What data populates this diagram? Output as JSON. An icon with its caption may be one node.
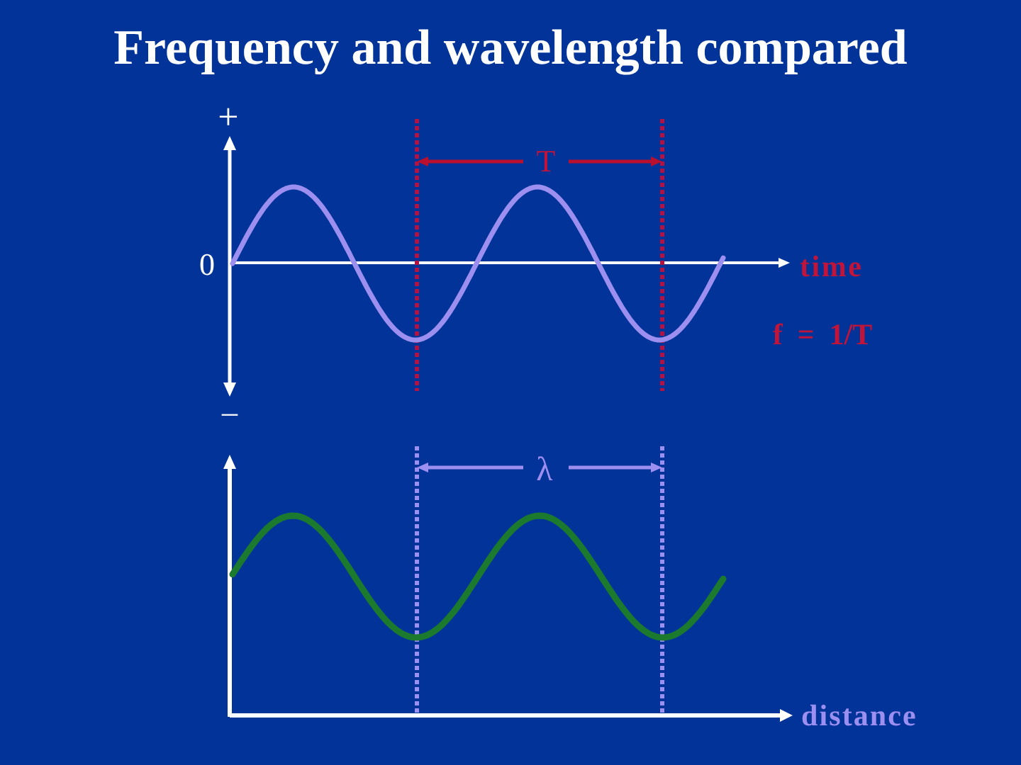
{
  "diagram": {
    "title": "Frequency and wavelength compared",
    "labels": [
      "+",
      "T",
      "0",
      "time",
      "f = 1/T",
      "–",
      "λ",
      "distance"
    ]
  }
}
